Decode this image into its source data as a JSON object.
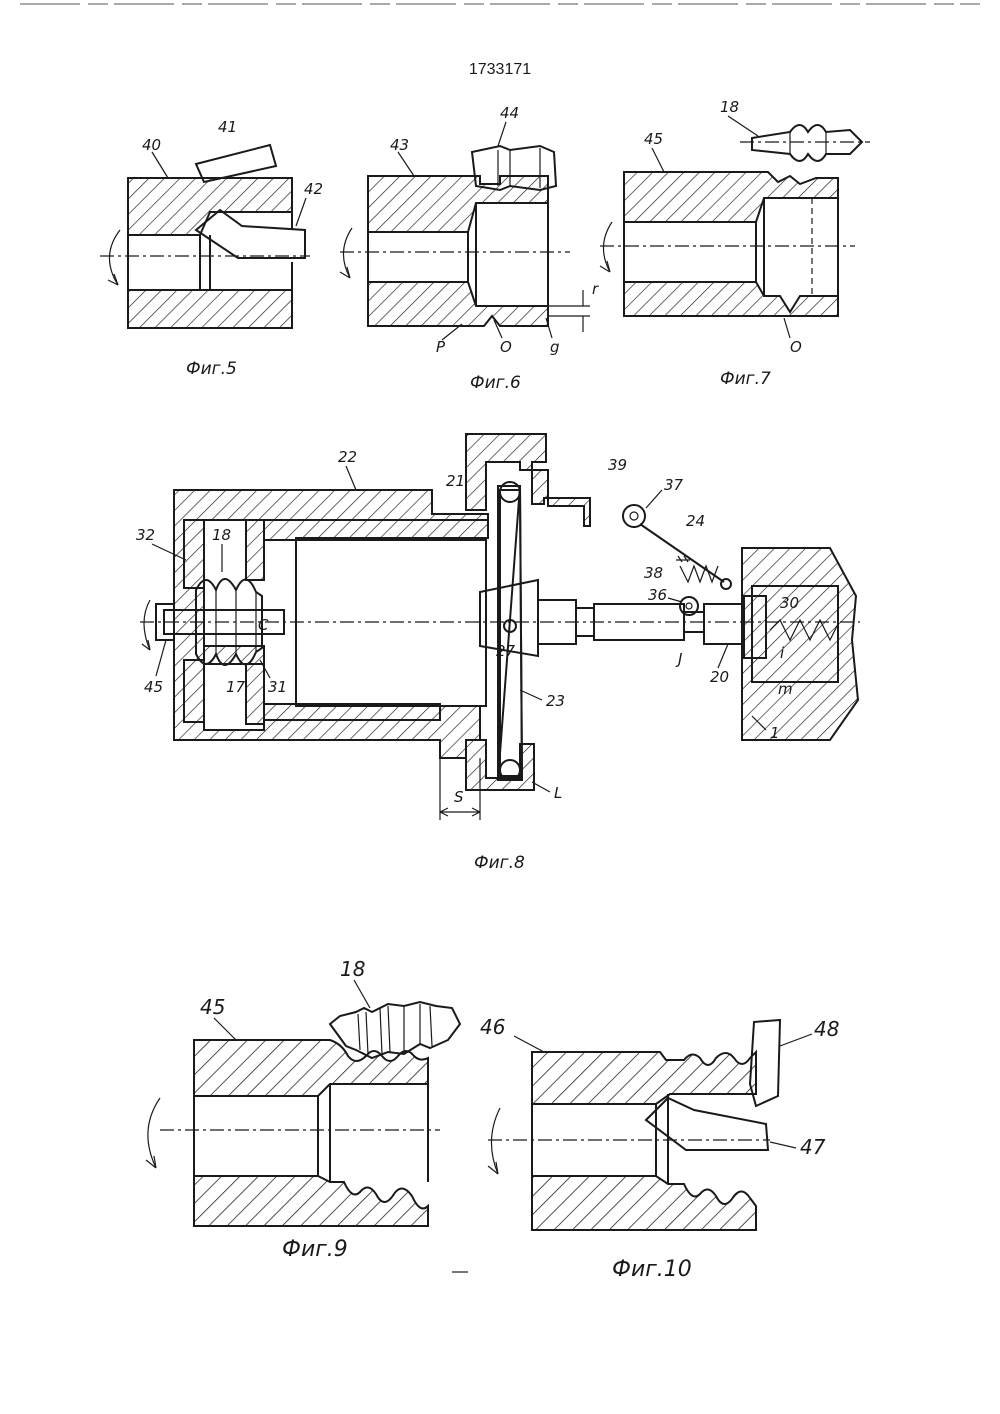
{
  "document": {
    "number": "1733171"
  },
  "figures": {
    "fig5": {
      "caption": "Фиг.5",
      "labels": {
        "l40": "40",
        "l41": "41",
        "l42": "42"
      }
    },
    "fig6": {
      "caption": "Фиг.6",
      "labels": {
        "l43": "43",
        "l44": "44",
        "lr": "r",
        "lP": "P",
        "lO": "O",
        "lg": "g"
      }
    },
    "fig7": {
      "caption": "Фиг.7",
      "labels": {
        "l45": "45",
        "l18": "18",
        "lO": "O"
      }
    },
    "fig8": {
      "caption": "Фиг.8",
      "labels": {
        "l22": "22",
        "l21": "21",
        "l39": "39",
        "l37": "37",
        "l24": "24",
        "l32": "32",
        "l18": "18",
        "l38": "38",
        "l36": "36",
        "l30": "30",
        "lC": "C",
        "l27": "27",
        "lJ": "J",
        "l20": "20",
        "li": "i",
        "lm": "m",
        "l45": "45",
        "l17": "17",
        "l31": "31",
        "l23": "23",
        "l1": "1",
        "lS": "S",
        "lL": "L"
      }
    },
    "fig9": {
      "caption": "Фиг.9",
      "labels": {
        "l45": "45",
        "l18": "18"
      }
    },
    "fig10": {
      "caption": "Фиг.10",
      "labels": {
        "l46": "46",
        "l48": "48",
        "l47": "47"
      }
    }
  }
}
